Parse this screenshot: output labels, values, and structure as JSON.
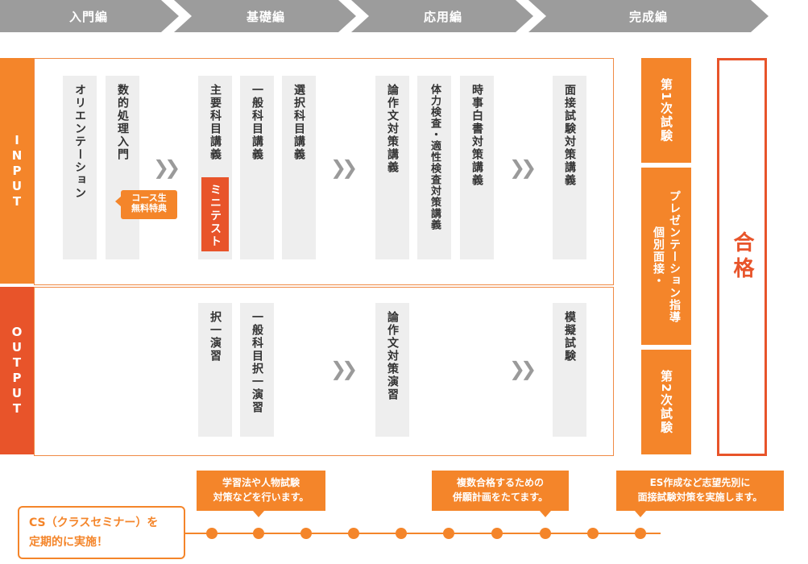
{
  "stages": [
    "入門編",
    "基礎編",
    "応用編",
    "完成編"
  ],
  "input_label": [
    "I",
    "N",
    "P",
    "U",
    "T"
  ],
  "output_label": [
    "O",
    "U",
    "T",
    "P",
    "U",
    "T"
  ],
  "input_courses": {
    "intro_1": "オリエンテーション",
    "intro_2": "数的処理入門",
    "intro_badge": "コース生\n無料特典",
    "basic_1": "主要科目講義",
    "basic_1_mini": "ミニテスト",
    "basic_2": "一般科目講義",
    "basic_3": "選択科目講義",
    "applied_1": "論作文対策講義",
    "applied_2": "体力検査・適性検査対策講義",
    "applied_3": "時事白書対策講義",
    "final_1": "面接試験対策講義"
  },
  "output_courses": {
    "basic_1": "択一演習",
    "basic_2": "一般科目択一演習",
    "applied_1": "論作文対策演習",
    "final_1": "模擬試験"
  },
  "exams": {
    "first": "第1次試験",
    "presentation_a": "プレゼンテーション指導",
    "presentation_b": "個別面接・",
    "second": "第2次試験"
  },
  "pass": "合格",
  "timeline": {
    "callout_1": "学習法や人物試験\n対策などを行います。",
    "callout_2": "複数合格するための\n併願計画をたてます。",
    "callout_3": "ES作成など志望先別に\n面接試験対策を実施します。",
    "cs_line1": "CS（クラスセミナー）を",
    "cs_line2": "定期的に実施！"
  },
  "colors": {
    "stage": "#9c9c9c",
    "orange": "#f4852a",
    "red_orange": "#e8542a",
    "column_bg": "#eeeeee"
  }
}
